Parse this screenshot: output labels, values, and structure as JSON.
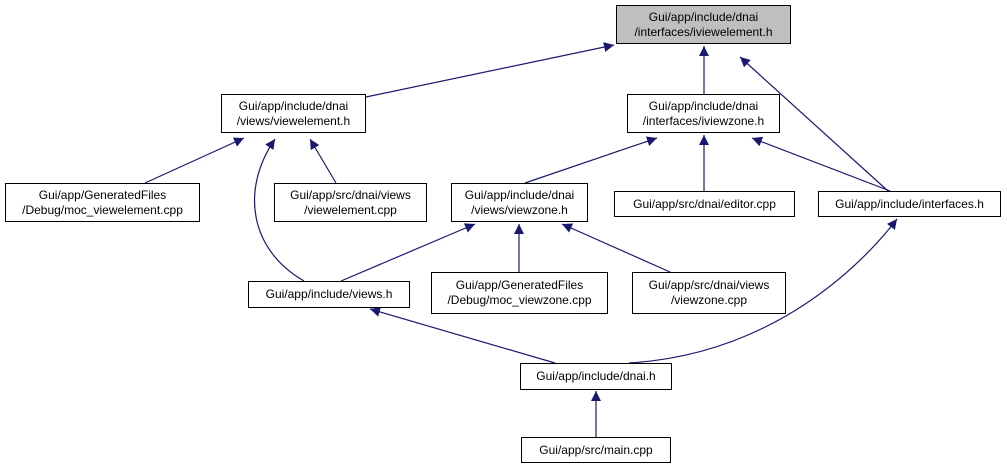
{
  "colors": {
    "edge": "#191970",
    "node_border": "#000000",
    "current_fill": "#bfbfbf",
    "node_fill": "#ffffff"
  },
  "nodes": {
    "iviewelement_h": {
      "lines": [
        "Gui/app/include/dnai",
        "/interfaces/iviewelement.h"
      ],
      "current": true
    },
    "views_viewelement_h": {
      "lines": [
        "Gui/app/include/dnai",
        "/views/viewelement.h"
      ]
    },
    "interfaces_iviewzone_h": {
      "lines": [
        "Gui/app/include/dnai",
        "/interfaces/iviewzone.h"
      ]
    },
    "moc_viewelement_cpp": {
      "lines": [
        "Gui/app/GeneratedFiles",
        "/Debug/moc_viewelement.cpp"
      ]
    },
    "src_viewelement_cpp": {
      "lines": [
        "Gui/app/src/dnai/views",
        "/viewelement.cpp"
      ]
    },
    "views_viewzone_h": {
      "lines": [
        "Gui/app/include/dnai",
        "/views/viewzone.h"
      ]
    },
    "editor_cpp": {
      "lines": [
        "Gui/app/src/dnai/editor.cpp"
      ]
    },
    "interfaces_h": {
      "lines": [
        "Gui/app/include/interfaces.h"
      ]
    },
    "views_h": {
      "lines": [
        "Gui/app/include/views.h"
      ]
    },
    "moc_viewzone_cpp": {
      "lines": [
        "Gui/app/GeneratedFiles",
        "/Debug/moc_viewzone.cpp"
      ]
    },
    "src_viewzone_cpp": {
      "lines": [
        "Gui/app/src/dnai/views",
        "/viewzone.cpp"
      ]
    },
    "dnai_h": {
      "lines": [
        "Gui/app/include/dnai.h"
      ]
    },
    "main_cpp": {
      "lines": [
        "Gui/app/src/main.cpp"
      ]
    }
  },
  "edges": [
    {
      "from": "views_viewelement_h",
      "to": "iviewelement_h"
    },
    {
      "from": "interfaces_iviewzone_h",
      "to": "iviewelement_h"
    },
    {
      "from": "interfaces_h",
      "to": "iviewelement_h"
    },
    {
      "from": "moc_viewelement_cpp",
      "to": "views_viewelement_h"
    },
    {
      "from": "src_viewelement_cpp",
      "to": "views_viewelement_h"
    },
    {
      "from": "views_h",
      "to": "views_viewelement_h"
    },
    {
      "from": "views_viewzone_h",
      "to": "interfaces_iviewzone_h"
    },
    {
      "from": "editor_cpp",
      "to": "interfaces_iviewzone_h"
    },
    {
      "from": "interfaces_h",
      "to": "interfaces_iviewzone_h"
    },
    {
      "from": "views_h",
      "to": "views_viewzone_h"
    },
    {
      "from": "moc_viewzone_cpp",
      "to": "views_viewzone_h"
    },
    {
      "from": "src_viewzone_cpp",
      "to": "views_viewzone_h"
    },
    {
      "from": "dnai_h",
      "to": "views_h"
    },
    {
      "from": "dnai_h",
      "to": "interfaces_h"
    },
    {
      "from": "main_cpp",
      "to": "dnai_h"
    }
  ]
}
